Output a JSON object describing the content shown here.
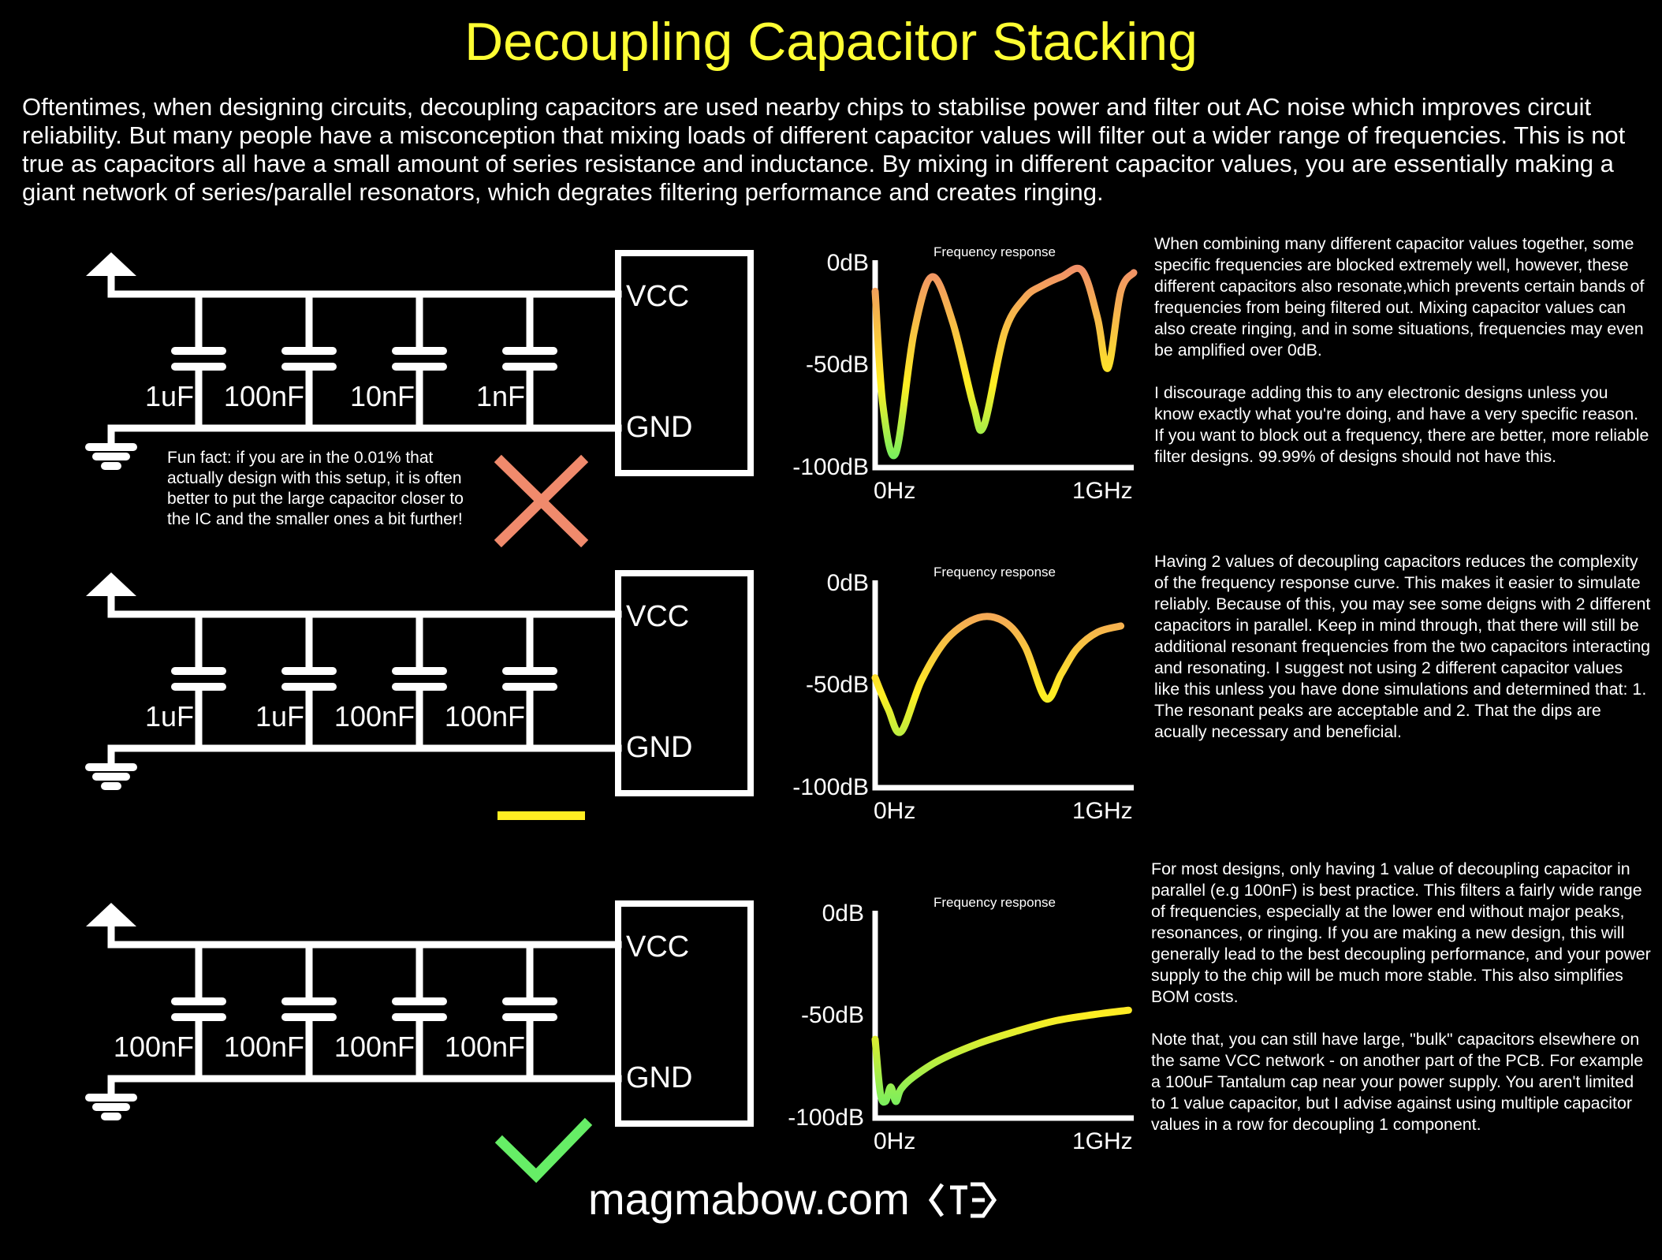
{
  "title": "Decoupling Capacitor Stacking",
  "intro": "Oftentimes, when designing circuits, decoupling capacitors are used nearby chips to stabilise power and filter out AC noise which improves circuit reliability. But many people have a misconception that mixing loads of different capacitor values will filter out a wider range of frequencies. This is not true as capacitors all have a small amount of series resistance and inductance. By mixing in different capacitor values, you are essentially making a giant network of series/parallel resonators, which degrates filtering performance and creates ringing.",
  "panels": [
    {
      "capacitors": [
        "1uF",
        "100nF",
        "10nF",
        "1nF"
      ],
      "vcc": "VCC",
      "gnd": "GND",
      "verdict": "cross-icon",
      "chart_title": "Frequency response",
      "y_ticks": [
        "0dB",
        "-50dB",
        "-100dB"
      ],
      "x_ticks": [
        "0Hz",
        "1GHz"
      ],
      "description": [
        "When combining many different capacitor values together, some specific frequencies are blocked extremely well, however, these different capacitors also resonate,which prevents certain bands of frequencies from being filtered out. Mixing capacitor values can also create ringing, and in some situations, frequencies may even be amplified over 0dB.",
        "I discourage adding this to any electronic designs unless you know exactly what you're doing, and have a very specific reason. If you want to block out a frequency, there are better, more reliable filter designs. 99.99% of designs should not have this."
      ]
    },
    {
      "capacitors": [
        "1uF",
        "1uF",
        "100nF",
        "100nF"
      ],
      "vcc": "VCC",
      "gnd": "GND",
      "verdict": "dash-icon",
      "chart_title": "Frequency response",
      "y_ticks": [
        "0dB",
        "-50dB",
        "-100dB"
      ],
      "x_ticks": [
        "0Hz",
        "1GHz"
      ],
      "description": [
        "Having 2 values of decoupling capacitors reduces the complexity of the frequency response curve. This makes it easier to simulate reliably. Because of this, you may see some deigns with 2 different capacitors in parallel. Keep in mind through, that there will still be additional resonant frequencies from the two capacitors interacting and resonating. I suggest not using 2 different capacitor values like this unless you have done simulations and determined that: 1. The resonant peaks are acceptable and 2. That the dips are acually necessary and beneficial."
      ]
    },
    {
      "capacitors": [
        "100nF",
        "100nF",
        "100nF",
        "100nF"
      ],
      "vcc": "VCC",
      "gnd": "GND",
      "verdict": "check-icon",
      "chart_title": "Frequency response",
      "y_ticks": [
        "0dB",
        "-50dB",
        "-100dB"
      ],
      "x_ticks": [
        "0Hz",
        "1GHz"
      ],
      "description": [
        "For most designs, only having 1 value of decoupling capacitor in parallel (e.g 100nF) is best practice. This filters a fairly wide range of frequencies, especially at the lower end without major peaks, resonances, or ringing. If you are making a new design, this will generally lead to the best decoupling performance, and your power supply to the chip will be much more stable. This also simplifies BOM costs.",
        "Note that, you can still have large, \"bulk\" capacitors elsewhere on the same VCC network - on another part of the PCB. For example a 100uF Tantalum cap near your power supply. You aren't limited to 1 value capacitor, but I advise against using multiple capacitor values in a row for decoupling 1 component."
      ]
    }
  ],
  "fun_fact": "Fun fact: if you are in the 0.01% that actually design with this setup, it is often better to put the large capacitor closer to the IC and the smaller ones a bit further!",
  "footer": "magmabow.com",
  "colors": {
    "title": "#ffff33",
    "cross": "#f08a6c",
    "dash": "#ffee22",
    "check": "#66ee66",
    "curve_low": "#66ee66",
    "curve_mid": "#ffee22",
    "curve_high": "#f08a6c"
  },
  "chart_data": [
    {
      "type": "line",
      "title": "Frequency response",
      "x_ticks": [
        "0Hz",
        "1GHz"
      ],
      "y_ticks": [
        "0dB",
        "-50dB",
        "-100dB"
      ],
      "ylim": [
        -100,
        0
      ],
      "x": [
        0,
        0.03,
        0.08,
        0.15,
        0.22,
        0.3,
        0.38,
        0.42,
        0.5,
        0.58,
        0.65,
        0.72,
        0.8,
        0.86,
        0.9,
        0.95,
        1.0
      ],
      "values": [
        -15,
        -70,
        -93,
        -35,
        -8,
        -30,
        -70,
        -80,
        -35,
        -18,
        -12,
        -8,
        -5,
        -28,
        -52,
        -15,
        -6
      ]
    },
    {
      "type": "line",
      "title": "Frequency response",
      "x_ticks": [
        "0Hz",
        "1GHz"
      ],
      "y_ticks": [
        "0dB",
        "-50dB",
        "-100dB"
      ],
      "ylim": [
        -100,
        0
      ],
      "x": [
        0,
        0.05,
        0.1,
        0.18,
        0.28,
        0.4,
        0.5,
        0.58,
        0.66,
        0.72,
        0.78,
        0.86,
        0.95
      ],
      "values": [
        -47,
        -62,
        -73,
        -48,
        -28,
        -18,
        -20,
        -32,
        -57,
        -45,
        -33,
        -25,
        -22
      ]
    },
    {
      "type": "line",
      "title": "Frequency response",
      "x_ticks": [
        "0Hz",
        "1GHz"
      ],
      "y_ticks": [
        "0dB",
        "-50dB",
        "-100dB"
      ],
      "ylim": [
        -100,
        0
      ],
      "x": [
        0,
        0.02,
        0.04,
        0.06,
        0.08,
        0.1,
        0.15,
        0.25,
        0.4,
        0.55,
        0.7,
        0.85,
        0.98
      ],
      "values": [
        -62,
        -88,
        -92,
        -85,
        -92,
        -86,
        -80,
        -72,
        -64,
        -58,
        -53,
        -50,
        -48
      ]
    }
  ]
}
